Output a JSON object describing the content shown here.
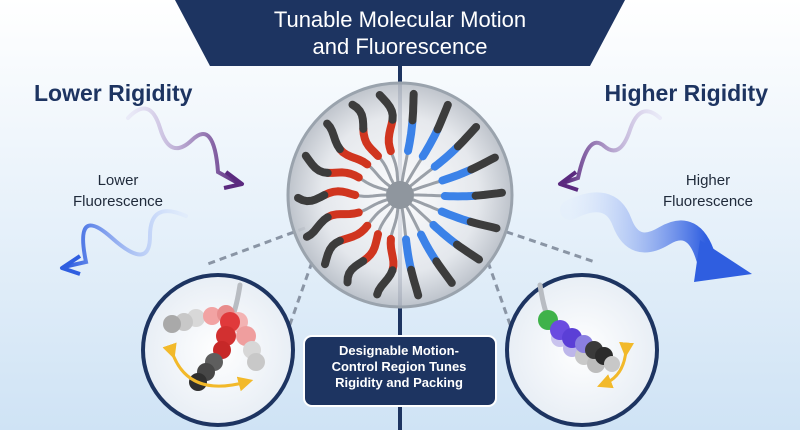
{
  "title": {
    "line1": "Tunable Molecular Motion",
    "line2": "and Fluorescence"
  },
  "left": {
    "heading": "Lower Rigidity",
    "fluorescence_line1": "Lower",
    "fluorescence_line2": "Fluorescence"
  },
  "right": {
    "heading": "Higher Rigidity",
    "fluorescence_line1": "Higher",
    "fluorescence_line2": "Fluorescence"
  },
  "callout": {
    "line1": "Designable Motion-",
    "line2": "Control Region Tunes",
    "line3": "Rigidity and Packing"
  },
  "colors": {
    "navy": "#1d3461",
    "red_segment": "#d0351f",
    "blue_segment": "#3b82e8",
    "dark_tail": "#3c3c3c",
    "purple_wave": "#5b2a7f",
    "blue_wave": "#2f5ee0",
    "green_bead": "#3fb24a",
    "violet_bead": "#6a4be0",
    "arrow_yellow": "#f2b92a"
  },
  "icons": [
    "wavy-arrow-icon",
    "curved-arrow-icon",
    "micelle-icon",
    "bead-chain-icon"
  ]
}
